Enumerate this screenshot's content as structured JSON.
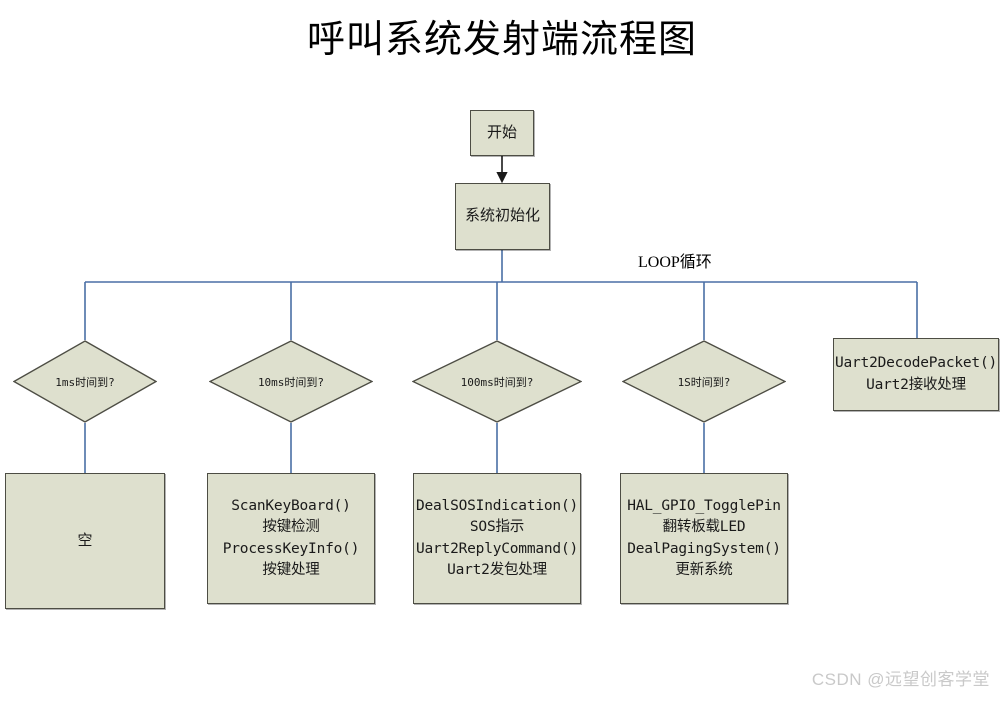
{
  "page": {
    "title": "呼叫系统发射端流程图",
    "background_color": "#ffffff"
  },
  "style": {
    "node_fill": "#DEE0CE",
    "node_stroke": "#4d4d44",
    "connector_color": "#4a6fa5",
    "arrow_color": "#1a1a1a",
    "watermark_color": "#c9c9c9"
  },
  "diagram": {
    "type": "flowchart",
    "loop_label": "LOOP循环",
    "start": {
      "label": "开始"
    },
    "init": {
      "label": "系统初始化"
    },
    "branches": [
      {
        "condition": "1ms时间到?",
        "action": "空"
      },
      {
        "condition": "10ms时间到?",
        "action": "ScanKeyBoard()\n按键检测\nProcessKeyInfo()\n按键处理"
      },
      {
        "condition": "100ms时间到?",
        "action": "DealSOSIndication()\nSOS指示\nUart2ReplyCommand()\nUart2发包处理"
      },
      {
        "condition": "1S时间到?",
        "action": "HAL_GPIO_TogglePin\n翻转板载LED\nDealPagingSystem()\n更新系统"
      }
    ],
    "uart_branch": {
      "label": "Uart2DecodePacket()\nUart2接收处理"
    }
  },
  "watermark": {
    "text": "CSDN @远望创客学堂"
  }
}
